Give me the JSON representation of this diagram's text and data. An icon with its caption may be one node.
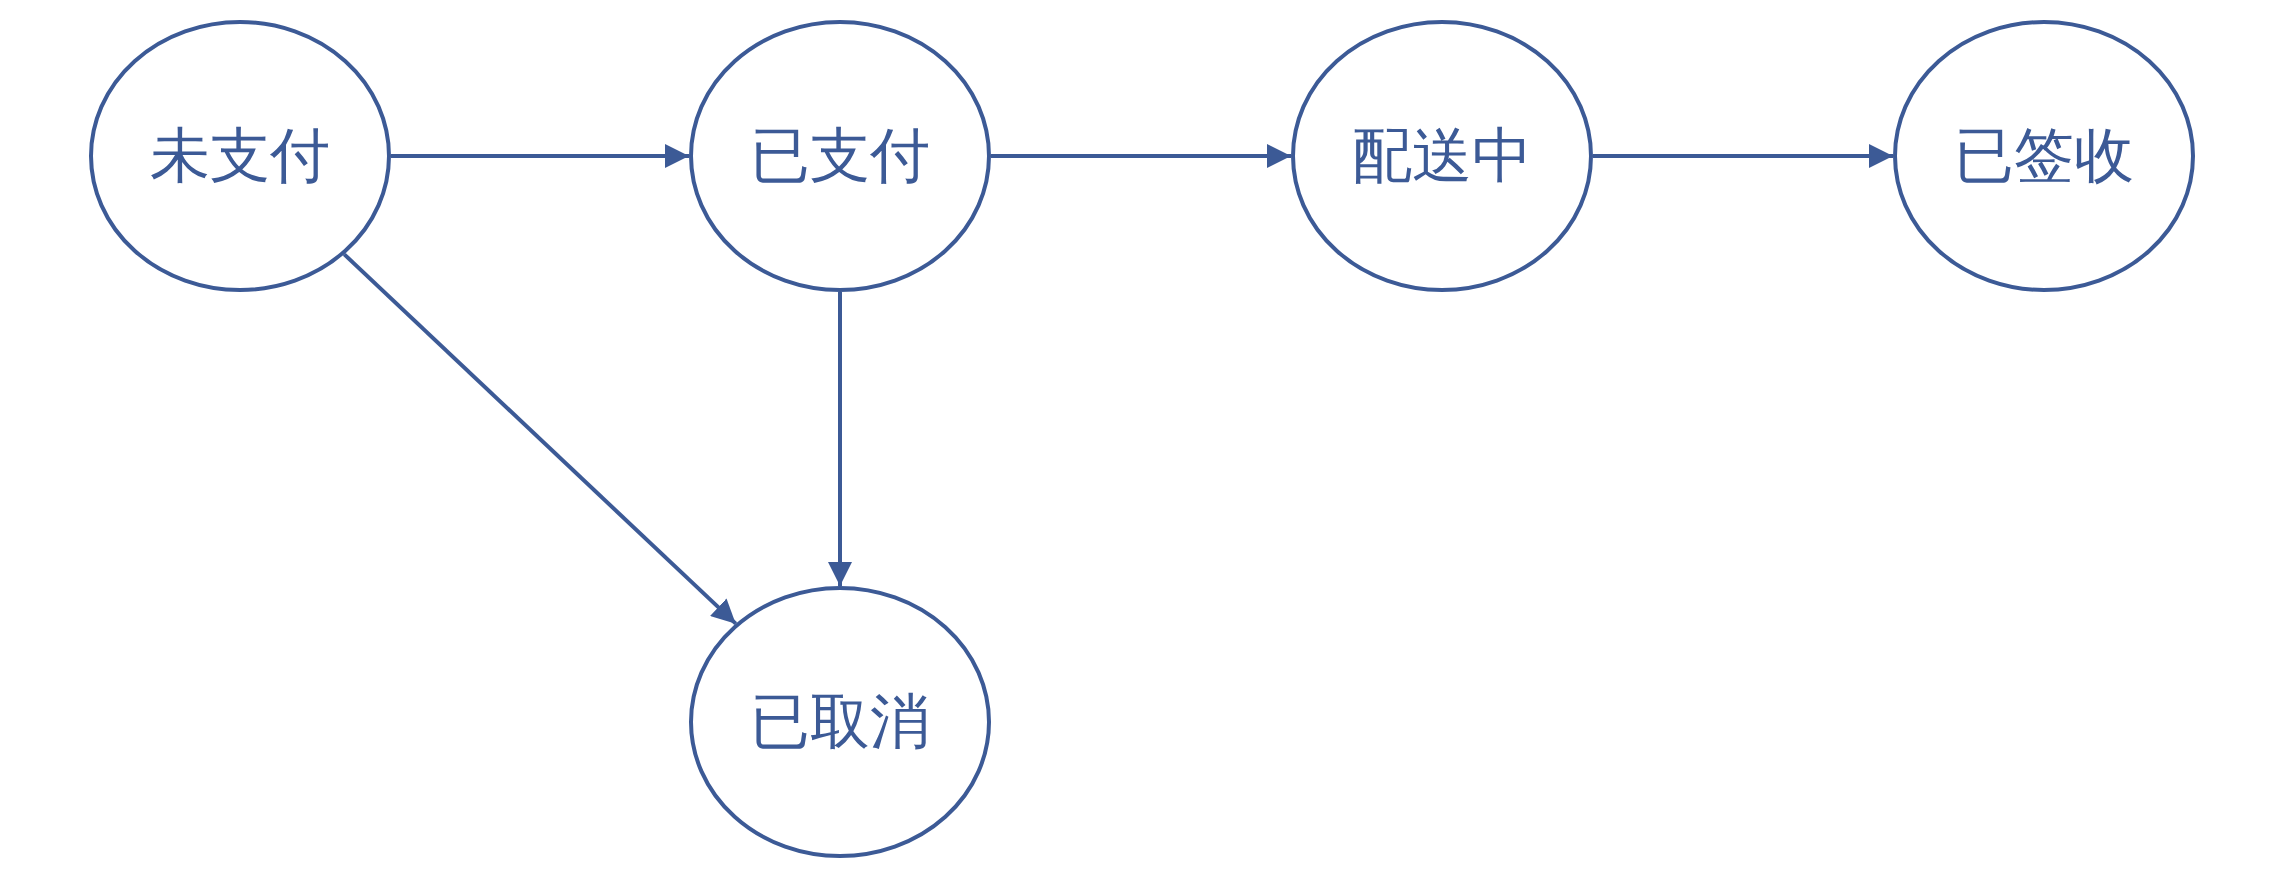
{
  "diagram": {
    "nodes": [
      {
        "text": [
          "未支付"
        ]
      },
      {
        "text": [
          "已支付"
        ]
      },
      {
        "text": [
          "配送中"
        ]
      },
      {
        "text": [
          "已签收"
        ]
      },
      {
        "text": [
          "已取消"
        ]
      }
    ],
    "edges": [
      {
        "from": 0,
        "to": 1,
        "arrow": "to"
      },
      {
        "from": 1,
        "to": 2,
        "arrow": "to"
      },
      {
        "from": 2,
        "to": 3,
        "arrow": "to"
      },
      {
        "from": 0,
        "to": 4,
        "arrow": "to"
      },
      {
        "from": 1,
        "to": 4,
        "arrow": "to"
      }
    ]
  }
}
